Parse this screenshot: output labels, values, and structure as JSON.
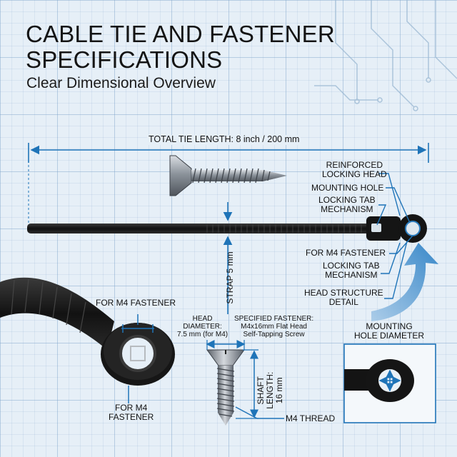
{
  "title": {
    "line1": "CABLE TIE AND FASTENER",
    "line2": "SPECIFICATIONS"
  },
  "subtitle": "Clear Dimensional Overview",
  "labels": {
    "total_length": "TOTAL TIE LENGTH: 8 inch / 200 mm",
    "reinforced_locking_head": "REINFORCED\nLOCKING HEAD",
    "mounting_hole": "MOUNTING HOLE",
    "locking_tab_1": "LOCKING TAB\nMECHANISM",
    "for_m4_right": "FOR M4 FASTENER",
    "locking_tab_2": "LOCKING TAB\nMECHANISM",
    "head_structure": "HEAD STRUCTURE\nDETAIL",
    "strap": "STRAP 5 mm",
    "for_m4_top": "FOR M4 FASTENER",
    "for_m4_bottom": "FOR M4\nFASTENER",
    "head_diameter": "HEAD\nDIAMETER:\n7.5 mm (for M4)",
    "specified_fastener": "SPECIFIED FASTENER:\nM4x16mm Flat Head\nSelf-Tapping Screw",
    "shaft_length": "SHAFT LENGTH:\n16 mm",
    "m4_thread": "M4 THREAD",
    "mounting_hole_diameter": "MOUNTING\nHOLE DIAMETER"
  },
  "colors": {
    "accent_blue": "#1f74b8",
    "tie_black": "#161616",
    "background": "#e6eff7"
  }
}
